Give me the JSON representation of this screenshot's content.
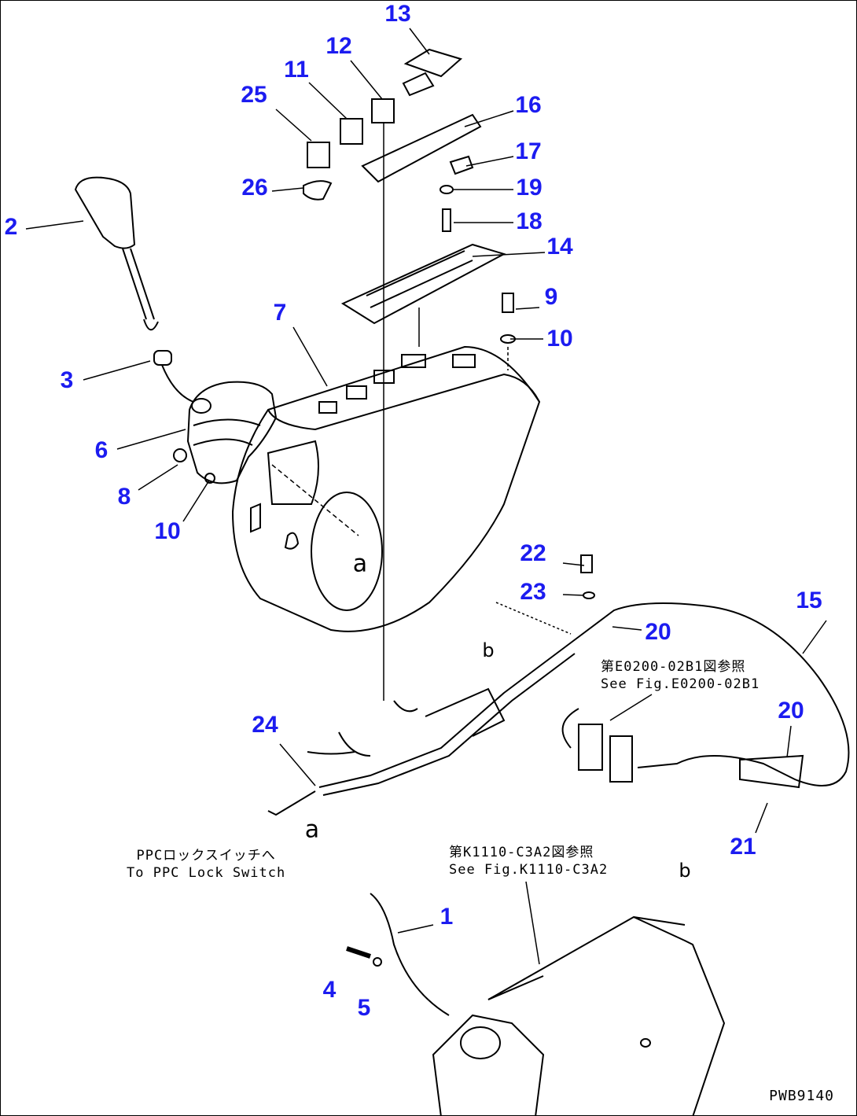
{
  "callouts": [
    "13",
    "12",
    "11",
    "25",
    "16",
    "17",
    "19",
    "18",
    "26",
    "2",
    "14",
    "9",
    "10",
    "7",
    "3",
    "6",
    "8",
    "10",
    "22",
    "23",
    "15",
    "20",
    "20",
    "24",
    "21",
    "1",
    "4",
    "5"
  ],
  "letters": {
    "a1": "a",
    "a2": "a",
    "b1": "b",
    "b2": "b"
  },
  "notes": {
    "ppc_jp": "PPCロックスイッチへ",
    "ppc_en": "To PPC Lock Switch",
    "fig1_jp": "第E0200-02B1図参照",
    "fig1_en": "See Fig.E0200-02B1",
    "fig2_jp": "第K1110-C3A2図参照",
    "fig2_en": "See Fig.K1110-C3A2"
  },
  "drawing_code": "PWB9140",
  "colors": {
    "callout": "#1c1cf0",
    "line": "#000000"
  }
}
